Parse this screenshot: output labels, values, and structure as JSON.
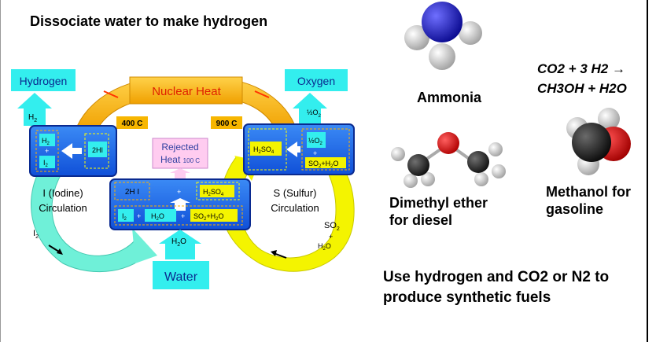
{
  "title": "Dissociate water to make hydrogen",
  "diagram": {
    "hydrogen": "Hydrogen",
    "oxygen": "Oxygen",
    "nuclear_heat": "Nuclear Heat",
    "temp_left": "400 C",
    "temp_right": "900 C",
    "rejected_heat_line1": "Rejected",
    "rejected_heat_line2": "Heat",
    "rejected_heat_temp": "100 C",
    "h2": "H",
    "h2_sub": "2",
    "half_o2": "O",
    "hi_2": "2HI",
    "h2_box": "H",
    "i2_box": "I",
    "h2so4": "H",
    "so2_h2o": "SO",
    "hi_mid": "2H I",
    "h2so4_mid": "H",
    "i2_mid": "I",
    "h2o_mid": "H",
    "so2h2o_mid": "SO",
    "iodine_line1": "I (Iodine)",
    "iodine_line2": "Circulation",
    "sulfur_line1": "S (Sulfur)",
    "sulfur_line2": "Circulation",
    "i2_arrow": "I",
    "so2_arrow": "SO",
    "plus": "+",
    "h2o_arrow": "H",
    "h2o_in": "H",
    "water": "Water"
  },
  "molecules": {
    "ammonia": "Ammonia",
    "dme_line1": "Dimethyl ether",
    "dme_line2": "for diesel",
    "methanol_line1": "Methanol for",
    "methanol_line2": "gasoline"
  },
  "equation": {
    "line1": "CO2 + 3 H2 →",
    "line2": "CH3OH + H2O"
  },
  "footer": {
    "line1": "Use hydrogen and CO2 or N2 to",
    "line2": "produce synthetic fuels"
  },
  "colors": {
    "cyan": "#33eeee",
    "blue": "#1565e8",
    "yellow": "#f4f400",
    "orange": "#f7b600",
    "teal_arrow": "#6ff0d8"
  }
}
